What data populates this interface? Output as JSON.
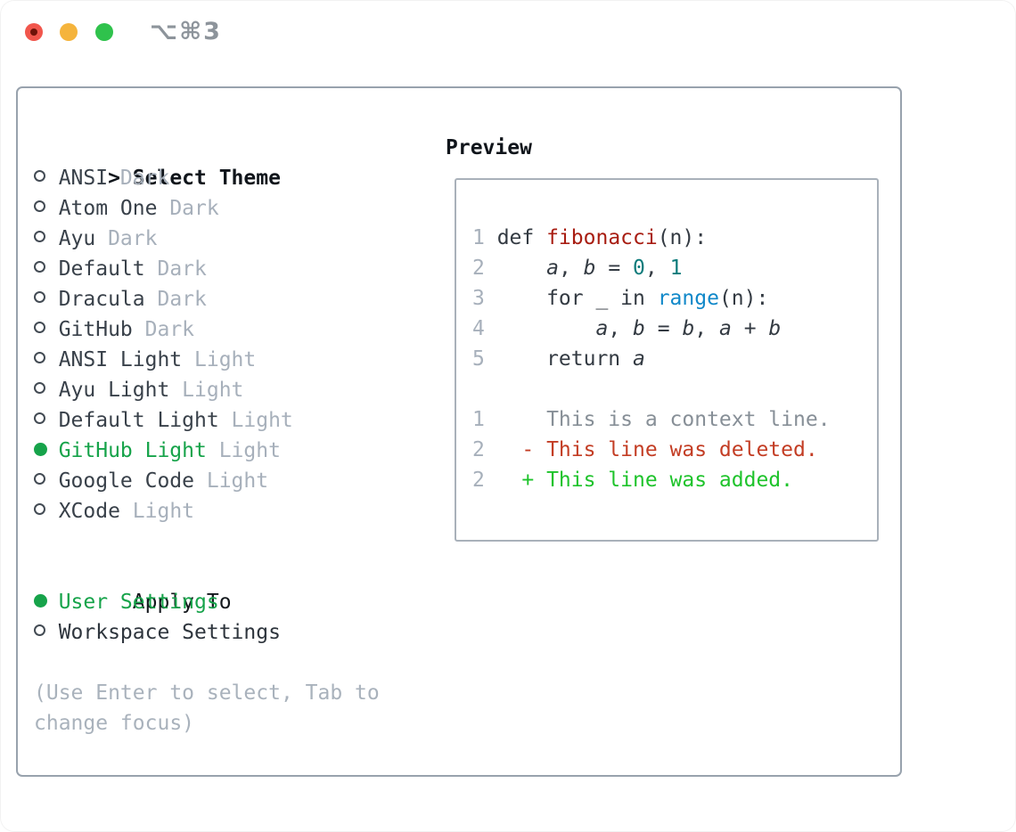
{
  "titlebar": {
    "shortcut": "⌥⌘3",
    "traffic_lights": {
      "close": "close",
      "minimize": "minimize",
      "zoom": "zoom"
    }
  },
  "theme_panel": {
    "header": {
      "prefix": ">",
      "label": "Select Theme"
    },
    "themes": [
      {
        "name": "ANSI",
        "tag": "Dark",
        "selected": false
      },
      {
        "name": "Atom One",
        "tag": "Dark",
        "selected": false
      },
      {
        "name": "Ayu",
        "tag": "Dark",
        "selected": false
      },
      {
        "name": "Default",
        "tag": "Dark",
        "selected": false
      },
      {
        "name": "Dracula",
        "tag": "Dark",
        "selected": false
      },
      {
        "name": "GitHub",
        "tag": "Dark",
        "selected": false
      },
      {
        "name": "ANSI Light",
        "tag": "Light",
        "selected": false
      },
      {
        "name": "Ayu Light",
        "tag": "Light",
        "selected": false
      },
      {
        "name": "Default Light",
        "tag": "Light",
        "selected": false
      },
      {
        "name": "GitHub Light",
        "tag": "Light",
        "selected": true
      },
      {
        "name": "Google Code",
        "tag": "Light",
        "selected": false
      },
      {
        "name": "XCode",
        "tag": "Light",
        "selected": false
      }
    ],
    "apply_to": {
      "label": "Apply To",
      "options": [
        {
          "name": "User Settings",
          "selected": true
        },
        {
          "name": "Workspace Settings",
          "selected": false
        }
      ]
    },
    "hint": [
      "(Use Enter to select, Tab to",
      "change focus)"
    ]
  },
  "preview": {
    "title": "Preview",
    "code_lines": [
      {
        "num": "1",
        "tokens": [
          {
            "t": "def ",
            "c": "plain"
          },
          {
            "t": "fibonacci",
            "c": "funcdef"
          },
          {
            "t": "(n):",
            "c": "plain"
          }
        ]
      },
      {
        "num": "2",
        "tokens": [
          {
            "t": "    ",
            "c": "plain"
          },
          {
            "t": "a",
            "c": "var"
          },
          {
            "t": ", ",
            "c": "plain"
          },
          {
            "t": "b",
            "c": "var"
          },
          {
            "t": " = ",
            "c": "plain"
          },
          {
            "t": "0",
            "c": "num"
          },
          {
            "t": ", ",
            "c": "plain"
          },
          {
            "t": "1",
            "c": "num"
          }
        ]
      },
      {
        "num": "3",
        "tokens": [
          {
            "t": "    for _ in ",
            "c": "plain"
          },
          {
            "t": "range",
            "c": "call"
          },
          {
            "t": "(n):",
            "c": "plain"
          }
        ]
      },
      {
        "num": "4",
        "tokens": [
          {
            "t": "        ",
            "c": "plain"
          },
          {
            "t": "a",
            "c": "var"
          },
          {
            "t": ", ",
            "c": "plain"
          },
          {
            "t": "b",
            "c": "var"
          },
          {
            "t": " = ",
            "c": "plain"
          },
          {
            "t": "b",
            "c": "var"
          },
          {
            "t": ", ",
            "c": "plain"
          },
          {
            "t": "a",
            "c": "var"
          },
          {
            "t": " + ",
            "c": "plain"
          },
          {
            "t": "b",
            "c": "var"
          }
        ]
      },
      {
        "num": "5",
        "tokens": [
          {
            "t": "    return ",
            "c": "plain"
          },
          {
            "t": "a",
            "c": "var"
          }
        ]
      }
    ],
    "diff_lines": [
      {
        "num": "1",
        "sign": " ",
        "text": "This is a context line.",
        "type": "context"
      },
      {
        "num": "2",
        "sign": "-",
        "text": "This line was deleted.",
        "type": "deleted"
      },
      {
        "num": "2",
        "sign": "+",
        "text": "This line was added.",
        "type": "added"
      }
    ]
  },
  "colors": {
    "selected_green": "#16a34a",
    "added_green": "#1ec32b",
    "deleted_red": "#c33d24",
    "funcdef_red": "#a81d12",
    "number_teal": "#0c7b7b",
    "call_blue": "#1088c9",
    "muted_gray": "#a7b0bb",
    "panel_border": "#98a2ad"
  }
}
